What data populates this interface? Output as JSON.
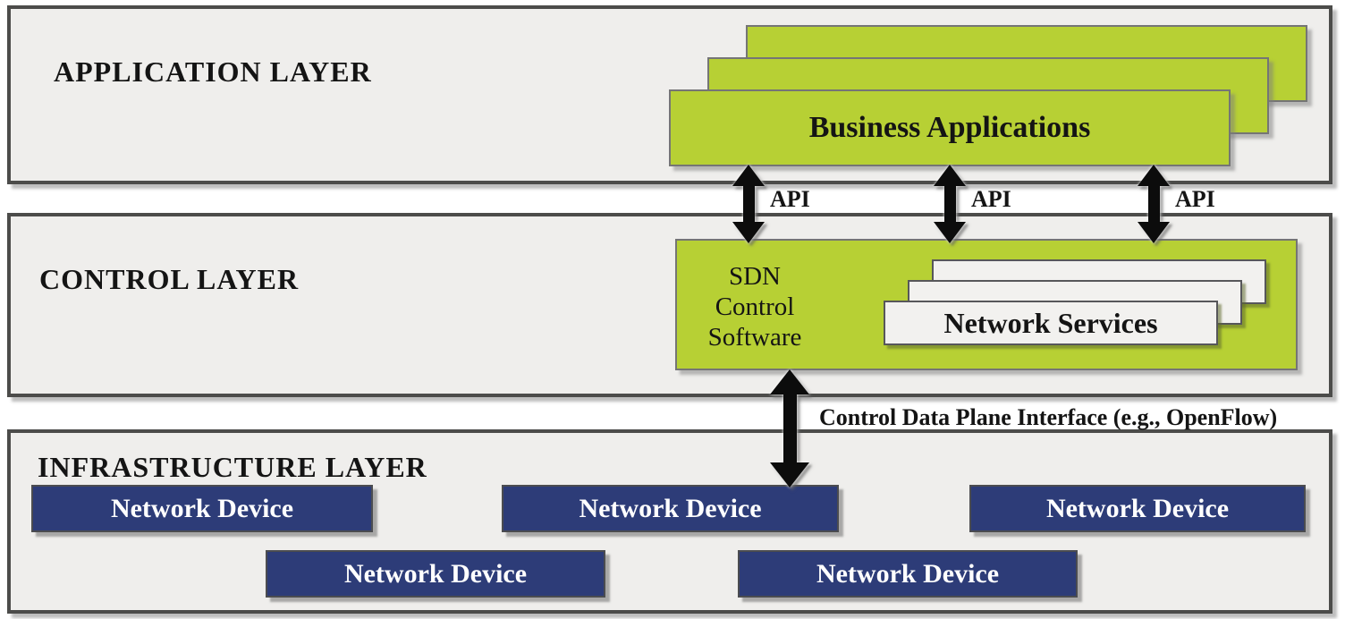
{
  "layers": {
    "application": {
      "label": "APPLICATION LAYER"
    },
    "control": {
      "label": "CONTROL LAYER"
    },
    "infrastructure": {
      "label": "INFRASTRUCTURE LAYER"
    }
  },
  "application_layer": {
    "business_applications": {
      "label": "Business Applications",
      "stack_count": 3
    }
  },
  "api": {
    "labels": [
      "API",
      "API",
      "API"
    ]
  },
  "control_layer": {
    "sdn_control_software": {
      "lines": [
        "SDN",
        "Control",
        "Software"
      ]
    },
    "network_services": {
      "label": "Network Services",
      "stack_count": 3
    }
  },
  "interfaces": {
    "control_data_plane": {
      "label": "Control Data Plane Interface (e.g., OpenFlow)"
    }
  },
  "infrastructure_layer": {
    "devices_row1": [
      "Network Device",
      "Network Device",
      "Network Device"
    ],
    "devices_row2": [
      "Network Device",
      "Network Device"
    ]
  },
  "colors": {
    "layer_fill": "#efeeec",
    "layer_border": "#4c4c4a",
    "green_box": "#b7d034",
    "green_border": "#757575",
    "navy_box": "#2d3c78",
    "navy_border": "#4b4c50",
    "white_box": "#f2f1ef",
    "white_border": "#57575a",
    "arrow_black": "#0c0c0c",
    "text_black": "#141414",
    "text_white": "#ffffff"
  }
}
